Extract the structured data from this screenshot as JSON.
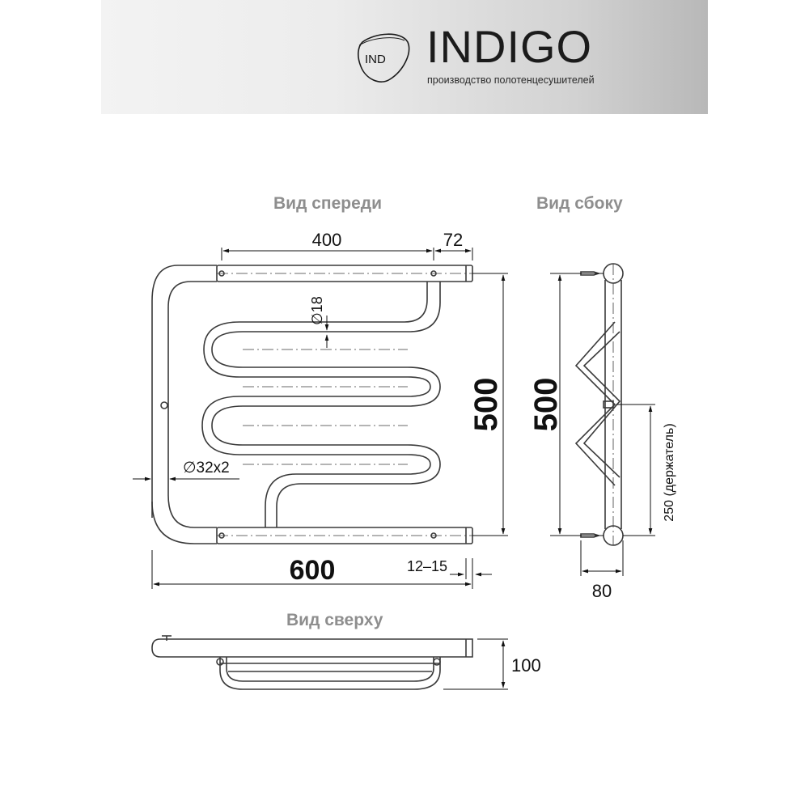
{
  "header": {
    "logo_text": "IND",
    "brand": "INDIGO",
    "tagline": "производство полотенцесушителей"
  },
  "views": {
    "front": "Вид спереди",
    "side": "Вид сбоку",
    "top": "Вид сверху"
  },
  "dimensions": {
    "d400": "400",
    "d72": "72",
    "d18": "∅18",
    "d32": "∅32x2",
    "d500_front": "500",
    "d500_side": "500",
    "d600": "600",
    "d12_15": "12–15",
    "d250": "250 (держатель)",
    "d80": "80",
    "d100": "100"
  },
  "colors": {
    "line": "#3a3a3a",
    "title": "#8e8e8e"
  }
}
